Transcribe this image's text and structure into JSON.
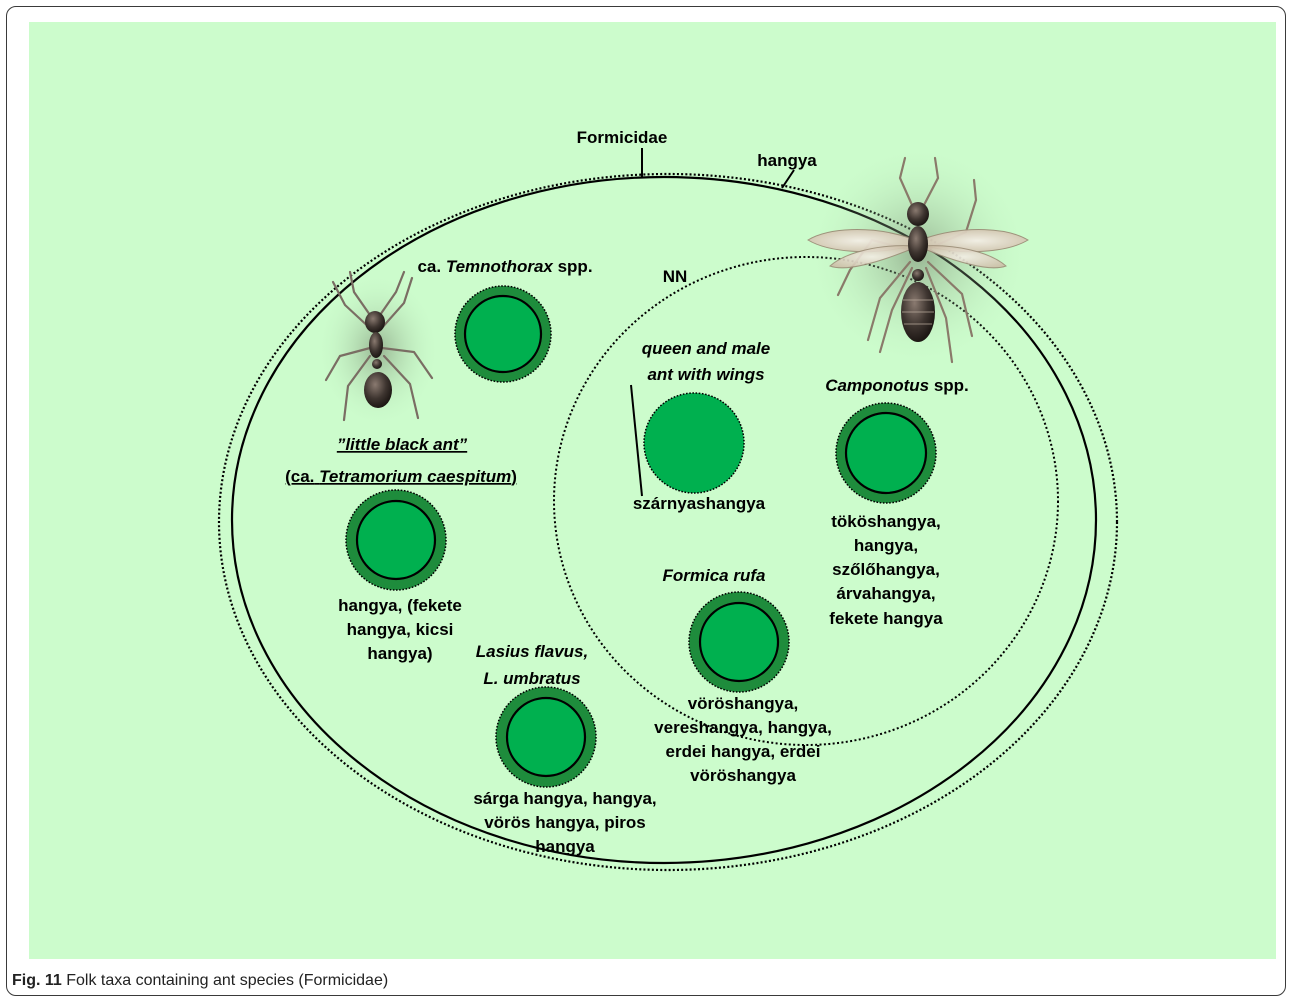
{
  "colors": {
    "background": "#ccfccc",
    "taxon_fill": "#00b04f",
    "taxon_ring": "#1e8c3c"
  },
  "labels": {
    "formicidae": "Formicidae",
    "hangya": "hangya",
    "nn": "NN",
    "temnothorax_prefix": "ca.",
    "temnothorax_genus": "Temnothorax",
    "temnothorax_suffix": "spp.",
    "queen_line1": "queen and male",
    "queen_line2": "ant with wings",
    "szarnyas": "szárnyashangya",
    "camponotus_genus": "Camponotus",
    "camponotus_suffix": "spp.",
    "camponotus_names": [
      "tököshangya,",
      "hangya,",
      "szőlőhangya,",
      "árvahangya,",
      "fekete hangya"
    ],
    "little_black_ant": "”little black ant”",
    "tetramorium_open": "(ca.",
    "tetramorium_name": "Tetramorium caespitum",
    "tetramorium_close": ")",
    "tetramorium_names": [
      "hangya, (fekete",
      "hangya, kicsi",
      "hangya)"
    ],
    "formica_rufa": "Formica rufa",
    "formica_names": [
      "vöröshangya,",
      "vereshangya, hangya,",
      "erdei hangya, erdei",
      "vöröshangya"
    ],
    "lasius_line1": "Lasius flavus,",
    "lasius_line2": "L. umbratus",
    "lasius_names": [
      "sárga hangya, hangya,",
      "vörös hangya, piros",
      "hangya"
    ]
  },
  "caption": {
    "label": "Fig. 11",
    "text": "Folk taxa containing ant species (Formicidae)"
  }
}
